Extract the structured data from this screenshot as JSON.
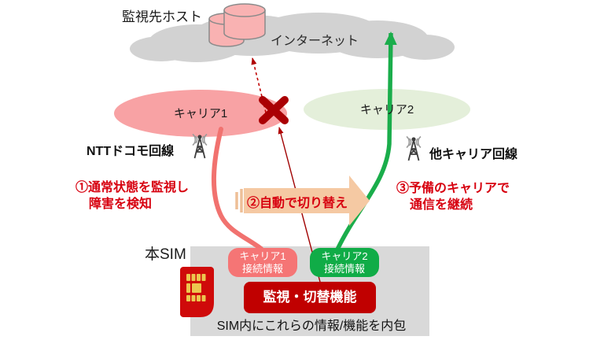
{
  "diagram": {
    "title_context": "SIM automatic carrier failover diagram",
    "monitor_host_label": "監視先ホスト",
    "internet_label": "インターネット",
    "carrier1": {
      "label": "キャリア1",
      "line_label": "NTTドコモ回線"
    },
    "carrier2": {
      "label": "キャリア2",
      "line_label": "他キャリア回線"
    },
    "steps": {
      "step1_line1": "①通常状態を監視し",
      "step1_line2": "障害を検知",
      "step2": "②自動で切り替え",
      "step3_line1": "③予備のキャリアで",
      "step3_line2": "通信を継続"
    },
    "sim": {
      "label": "本SIM",
      "carrier1_info_line1": "キャリア1",
      "carrier1_info_line2": "接続情報",
      "carrier2_info_line1": "キャリア2",
      "carrier2_info_line2": "接続情報",
      "function_label": "監視・切替機能",
      "caption": "SIM内にこれらの情報/機能を内包"
    },
    "icons": [
      "database-cylinder-icon",
      "cloud-icon",
      "antenna-icon",
      "x-mark-icon",
      "sim-card-icon"
    ],
    "colors": {
      "carrier1_ellipse": "#f8a2a4",
      "carrier2_ellipse": "#e4efda",
      "cloud_gray": "#d2d2d2",
      "cylinder_pink": "#f9b2b2",
      "step_text_red": "#d7000f",
      "switch_arrow_peach": "#f5c9a3",
      "pink_info_box": "#f57575",
      "green_info_box": "#10ac47",
      "function_box_red": "#c00000",
      "green_line": "#1aad4b",
      "pink_line": "#f1726f",
      "x_mark_red": "#aa0004",
      "sim_card_red": "#cf0a0a",
      "sim_chip_gold": "#ecc64f",
      "sim_panel_gray": "#d9d9d9"
    }
  }
}
